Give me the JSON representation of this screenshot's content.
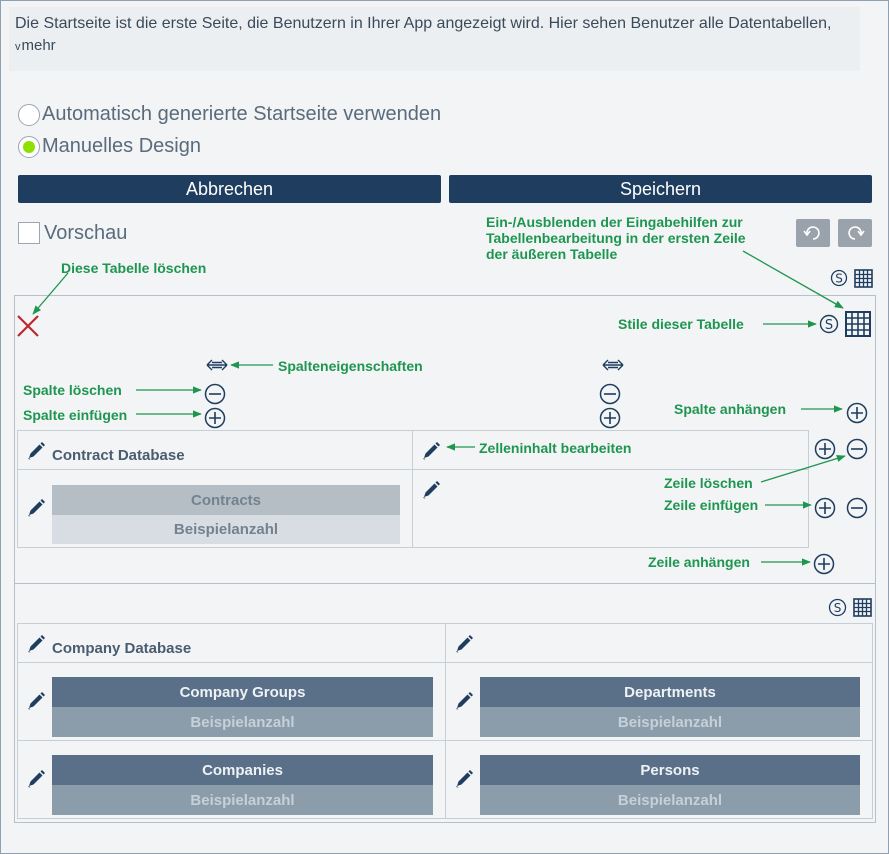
{
  "description": {
    "text": "Die Startseite ist die erste Seite, die Benutzern in Ihrer App angezeigt wird. Hier sehen Benutzer alle Datentabellen,",
    "more_label": "mehr",
    "more_chevron": "v"
  },
  "options": {
    "auto_label": "Automatisch generierte Startseite verwenden",
    "manual_label": "Manuelles Design",
    "selected": "manual"
  },
  "buttons": {
    "cancel": "Abbrechen",
    "save": "Speichern"
  },
  "preview_label": "Vorschau",
  "annotations": {
    "toggle_helpers": "Ein-/Ausblenden der Eingabehilfen zur\nTabellenbearbeitung in der ersten Zeile\nder äußeren Tabelle",
    "delete_table": "Diese Tabelle löschen",
    "table_styles": "Stile dieser Tabelle",
    "column_properties": "Spalteneigenschaften",
    "delete_column": "Spalte löschen",
    "insert_column": "Spalte einfügen",
    "append_column": "Spalte anhängen",
    "edit_cell": "Zelleninhalt bearbeiten",
    "delete_row": "Zeile löschen",
    "insert_row": "Zeile einfügen",
    "append_row": "Zeile anhängen"
  },
  "table1": {
    "header_left": "Contract Database",
    "card": {
      "title": "Contracts",
      "subtitle": "Beispielanzahl"
    }
  },
  "table2": {
    "header_left": "Company Database",
    "cards": [
      {
        "title": "Company Groups",
        "subtitle": "Beispielanzahl"
      },
      {
        "title": "Departments",
        "subtitle": "Beispielanzahl"
      },
      {
        "title": "Companies",
        "subtitle": "Beispielanzahl"
      },
      {
        "title": "Persons",
        "subtitle": "Beispielanzahl"
      }
    ]
  },
  "colors": {
    "button_bg": "#1e3d5f",
    "annotation": "#1e9650",
    "radio_selected": "#8ee000",
    "delete_x": "#c0282d",
    "icon_blue": "#1e3d5f"
  }
}
